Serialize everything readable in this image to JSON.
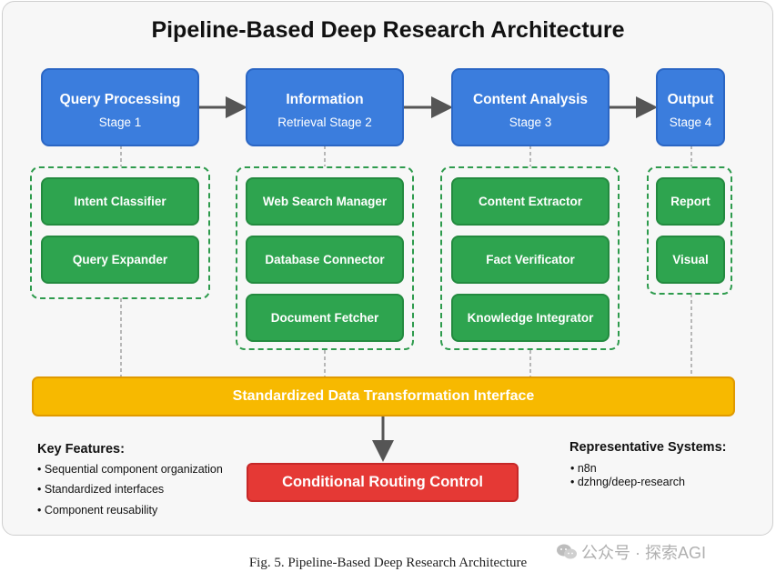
{
  "title": "Pipeline-Based Deep Research Architecture",
  "stages": [
    {
      "title": "Query Processing",
      "subtitle": "Stage 1"
    },
    {
      "title": "Information",
      "subtitle": "Retrieval Stage 2"
    },
    {
      "title": "Content Analysis",
      "subtitle": "Stage 3"
    },
    {
      "title": "Output",
      "subtitle": "Stage 4"
    }
  ],
  "components": {
    "stage1": [
      "Intent Classifier",
      "Query Expander"
    ],
    "stage2": [
      "Web Search Manager",
      "Database Connector",
      "Document Fetcher"
    ],
    "stage3": [
      "Content Extractor",
      "Fact Verificator",
      "Knowledge Integrator"
    ],
    "stage4": [
      "Report",
      "Visual"
    ]
  },
  "interface_label": "Standardized Data Transformation Interface",
  "routing_label": "Conditional Routing Control",
  "key_features": {
    "title": "Key Features:",
    "items": [
      "• Sequential component organization",
      "• Standardized interfaces",
      "• Component reusability"
    ]
  },
  "representative_systems": {
    "title": "Representative Systems:",
    "items": [
      "• n8n",
      "• dzhng/deep-research"
    ]
  },
  "caption": "Fig. 5. Pipeline-Based Deep Research Architecture",
  "watermark": "公众号 · 探索AGI",
  "colors": {
    "stage_blue": "#3b7ddd",
    "component_green": "#2ea44f",
    "interface_yellow": "#f7b900",
    "routing_red": "#e53935"
  }
}
